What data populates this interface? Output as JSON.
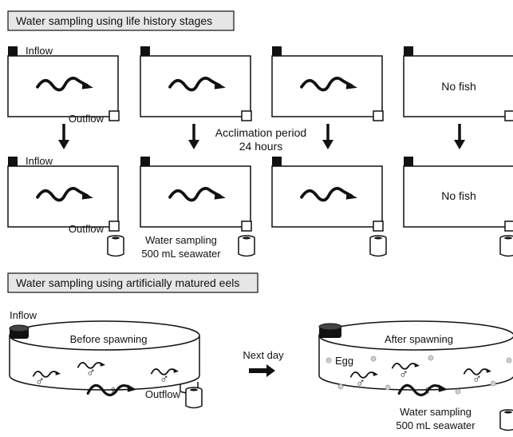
{
  "sections": {
    "life_history": {
      "header": "Water sampling using life history stages"
    },
    "matured": {
      "header": "Water sampling using artificially matured eels"
    }
  },
  "tanks": {
    "inflow_label": "Inflow",
    "outflow_label": "Outflow",
    "no_fish_label": "No fish"
  },
  "acclimation": {
    "line1": "Acclimation period",
    "line2": "24 hours"
  },
  "sampling": {
    "line1": "Water sampling",
    "line2": "500 mL seawater"
  },
  "spawning": {
    "inflow_label": "Inflow",
    "before_label": "Before spawning",
    "after_label": "After spawning",
    "next_day_label": "Next day",
    "egg_label": "Egg",
    "outflow_label": "Outflow",
    "male_symbol": "♂",
    "female_symbol": "♀"
  },
  "colors": {
    "stroke": "#111111",
    "header_fill": "#e6e6e6",
    "egg_fill": "#d0d0d0",
    "background": "#ffffff"
  }
}
